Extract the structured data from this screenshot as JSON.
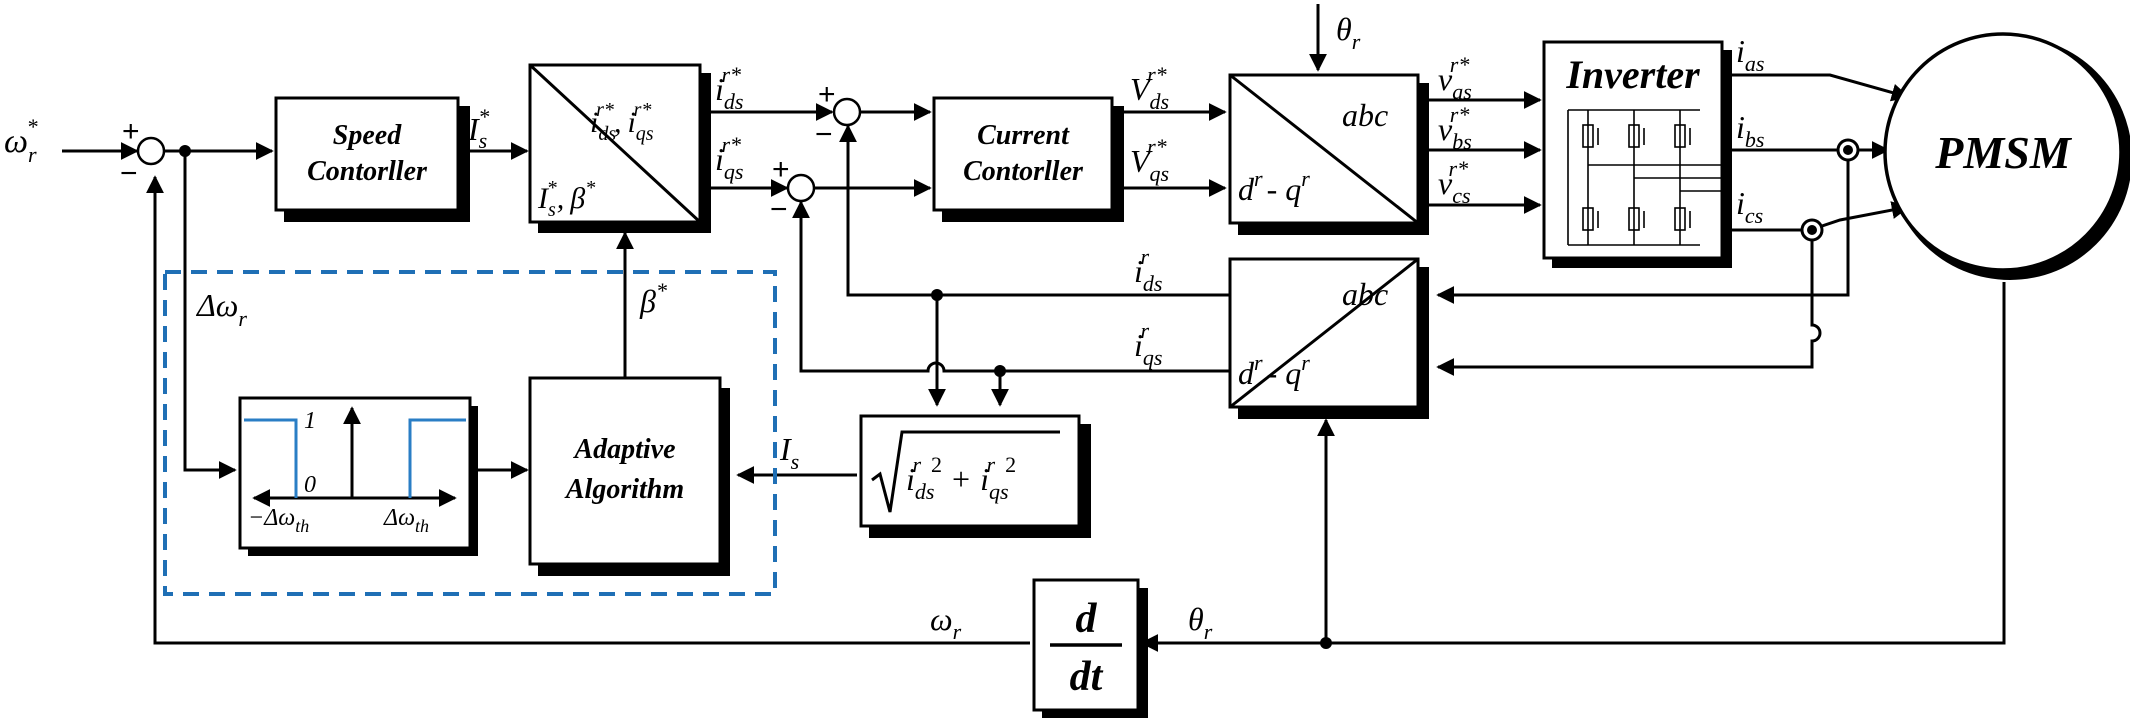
{
  "blocks": {
    "speed_controller": [
      "Speed",
      "Contorller"
    ],
    "current_controller": [
      "Current",
      "Contorller"
    ],
    "adaptive": [
      "Adaptive",
      "Algorithm"
    ],
    "inverter": "Inverter",
    "motor": "PMSM",
    "deriv_num": "d",
    "deriv_den": "dt",
    "abc": "abc",
    "dq": "d",
    "dq_sep": "- q",
    "r": "r"
  },
  "signals": {
    "omega_ref": "ω",
    "omega": "ω",
    "delta_omega": "Δω",
    "theta": "θ",
    "I_s": "I",
    "beta": "β",
    "star": "*",
    "r_star": "r*",
    "ids": "i",
    "iqs": "i",
    "Vds": "V",
    "Vqs": "V",
    "vas": "v",
    "vbs": "v",
    "vcs": "v",
    "ias": "i",
    "ibs": "i",
    "ics": "i",
    "sub_r": "r",
    "sub_s": "s",
    "sub_ds": "ds",
    "sub_qs": "qs",
    "sub_as": "as",
    "sub_bs": "bs",
    "sub_cs": "cs",
    "sub_th": "th",
    "comma": ",",
    "sq": "2",
    "plus_op": "+",
    "one": "1",
    "zero": "0",
    "neg_delta": "−Δω",
    "pos_delta": "Δω"
  },
  "signs": {
    "plus": "+",
    "minus": "−"
  },
  "colors": {
    "dashed_border": "#1f6fb5",
    "hysteresis_curve": "#2a7ec5"
  }
}
